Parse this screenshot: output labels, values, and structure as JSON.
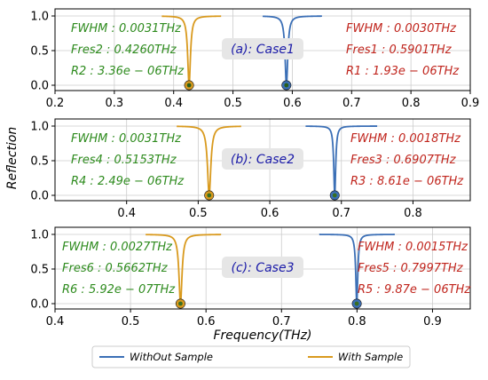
{
  "colors": {
    "without_sample": "#3b6fb6",
    "with_sample": "#d99a1e",
    "annotation_left": "#2e8b1e",
    "annotation_right": "#c0251d",
    "case_label": "#1a1aa8",
    "case_box": "#e6e6e6",
    "grid": "#cccccc"
  },
  "figure": {
    "ylabel": "Reflection",
    "xlabel": "Frequency(THz)"
  },
  "legend": {
    "without_sample": "WithOut Sample",
    "with_sample": "With Sample"
  },
  "chart_data": [
    {
      "type": "line",
      "xlim": [
        0.2,
        0.9
      ],
      "ylim": [
        0.0,
        1.0
      ],
      "xticks": [
        "0.2",
        "0.3",
        "0.4",
        "0.5",
        "0.6",
        "0.7",
        "0.8",
        "0.9"
      ],
      "xtick_values": [
        0.2,
        0.3,
        0.4,
        0.5,
        0.6,
        0.7,
        0.8,
        0.9
      ],
      "yticks": [
        "0.0",
        "0.5",
        "1.0"
      ],
      "ytick_values": [
        0.0,
        0.5,
        1.0
      ],
      "grid": true,
      "case_label": "(a):  Case1",
      "series": [
        {
          "name": "WithOut Sample",
          "x_range": [
            0.55,
            0.65
          ],
          "resonance": 0.5901,
          "fwhm": 0.003
        },
        {
          "name": "With Sample",
          "x_range": [
            0.38,
            0.48
          ],
          "resonance": 0.426,
          "fwhm": 0.0031
        }
      ],
      "annotations_left": [
        "FWHM : 0.0031THz",
        "Fres2 : 0.4260THz",
        "R2 : 3.36e − 06THz"
      ],
      "annotations_right": [
        "FWHM : 0.0030THz",
        "Fres1 : 0.5901THz",
        "R1 : 1.93e − 06THz"
      ]
    },
    {
      "type": "line",
      "xlim": [
        0.3,
        0.88
      ],
      "ylim": [
        0.0,
        1.0
      ],
      "xticks": [
        "0.4",
        "0.5",
        "0.6",
        "0.7",
        "0.8"
      ],
      "xtick_values": [
        0.4,
        0.5,
        0.6,
        0.7,
        0.8
      ],
      "yticks": [
        "0.0",
        "0.5",
        "1.0"
      ],
      "ytick_values": [
        0.0,
        0.5,
        1.0
      ],
      "grid": true,
      "case_label": "(b):  Case2",
      "series": [
        {
          "name": "WithOut Sample",
          "x_range": [
            0.65,
            0.75
          ],
          "resonance": 0.6907,
          "fwhm": 0.0018
        },
        {
          "name": "With Sample",
          "x_range": [
            0.47,
            0.56
          ],
          "resonance": 0.5153,
          "fwhm": 0.0031
        }
      ],
      "annotations_left": [
        "FWHM : 0.0031THz",
        "Fres4 : 0.5153THz",
        "R4 : 2.49e − 06THz"
      ],
      "annotations_right": [
        "FWHM : 0.0018THz",
        "Fres3 : 0.6907THz",
        "R3 : 8.61e − 06THz"
      ]
    },
    {
      "type": "line",
      "xlim": [
        0.4,
        0.95
      ],
      "ylim": [
        0.0,
        1.0
      ],
      "xticks": [
        "0.4",
        "0.5",
        "0.6",
        "0.7",
        "0.8",
        "0.9"
      ],
      "xtick_values": [
        0.4,
        0.5,
        0.6,
        0.7,
        0.8,
        0.9
      ],
      "yticks": [
        "0.0",
        "0.5",
        "1.0"
      ],
      "ytick_values": [
        0.0,
        0.5,
        1.0
      ],
      "grid": true,
      "case_label": "(c):  Case3",
      "series": [
        {
          "name": "WithOut Sample",
          "x_range": [
            0.75,
            0.85
          ],
          "resonance": 0.7997,
          "fwhm": 0.0015
        },
        {
          "name": "With Sample",
          "x_range": [
            0.52,
            0.62
          ],
          "resonance": 0.5662,
          "fwhm": 0.0027
        }
      ],
      "annotations_left": [
        "FWHM : 0.0027THz",
        "Fres6 : 0.5662THz",
        "R6 : 5.92e − 07THz"
      ],
      "annotations_right": [
        "FWHM : 0.0015THz",
        "Fres5 : 0.7997THz",
        "R5 : 9.87e − 06THz"
      ]
    }
  ]
}
